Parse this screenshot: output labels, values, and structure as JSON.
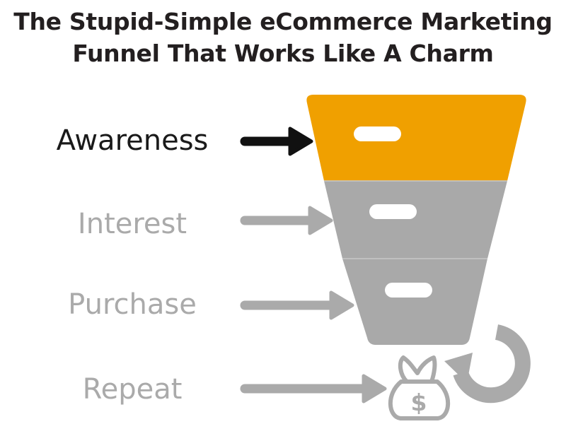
{
  "title": {
    "line1": "The Stupid-Simple eCommerce Marketing",
    "line2": "Funnel That Works Like A Charm"
  },
  "stages": [
    {
      "label": "Awareness",
      "state": "active"
    },
    {
      "label": "Interest",
      "state": "inactive"
    },
    {
      "label": "Purchase",
      "state": "inactive"
    },
    {
      "label": "Repeat",
      "state": "inactive"
    }
  ],
  "colors": {
    "active_text": "#1a1a1a",
    "inactive_text": "#aaaaaa",
    "active_segment": "#f0a000",
    "inactive_segment": "#a9a9a9",
    "arrow_active": "#111111",
    "arrow_inactive": "#aaaaaa",
    "pill": "#ffffff"
  },
  "icons": [
    "arrow-right-icon",
    "money-bag-icon",
    "dollar-sign-icon",
    "refresh-cycle-icon"
  ]
}
